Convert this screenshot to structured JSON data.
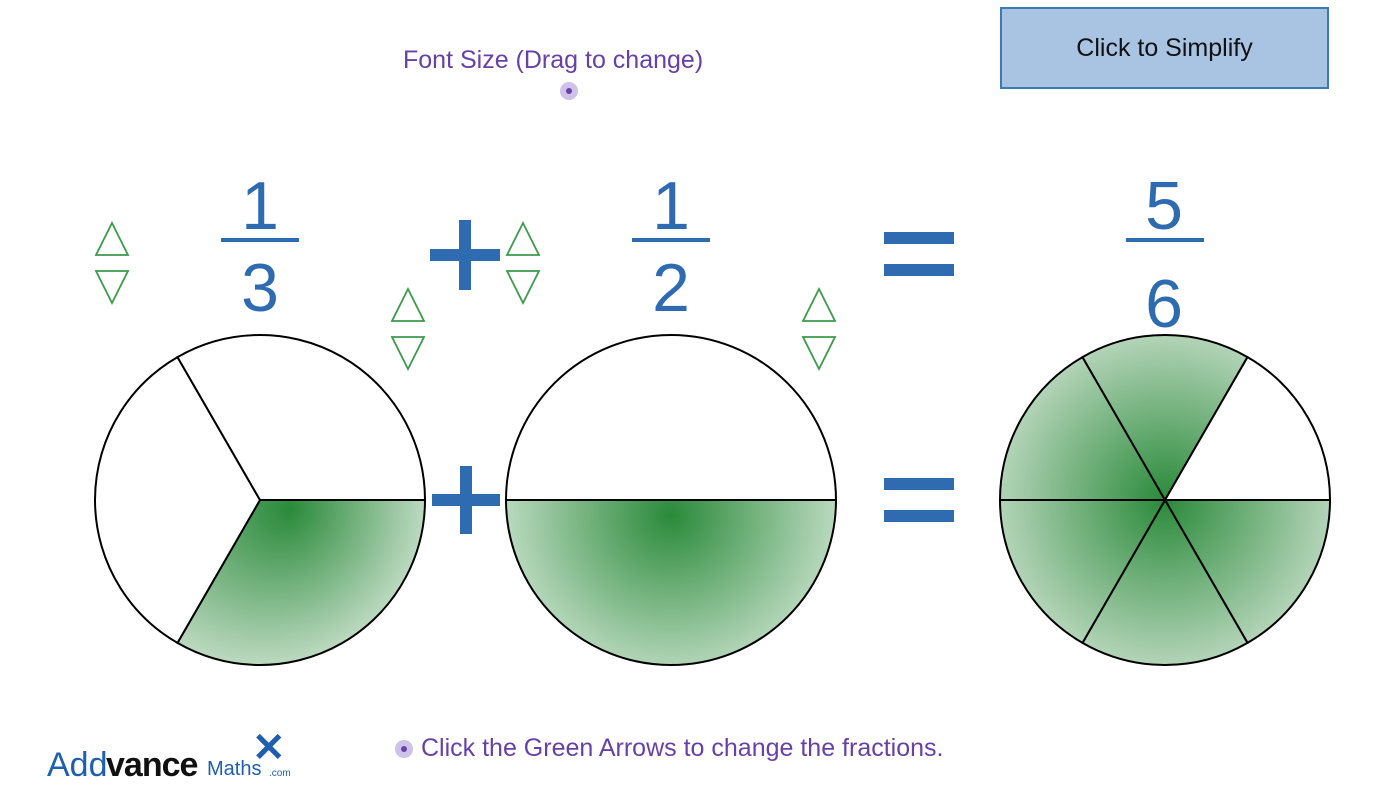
{
  "font_size_control": {
    "label": "Font Size (Drag to change)"
  },
  "simplify_button": {
    "label": "Click to Simplify"
  },
  "fractions": {
    "first": {
      "numerator": "1",
      "denominator": "3"
    },
    "second": {
      "numerator": "1",
      "denominator": "2"
    },
    "result": {
      "numerator": "5",
      "denominator": "6"
    }
  },
  "operators": {
    "plus": "+",
    "equals": "="
  },
  "pies": [
    {
      "name": "first-pie",
      "parts": 3,
      "shaded": 1
    },
    {
      "name": "second-pie",
      "parts": 2,
      "shaded": 1
    },
    {
      "name": "result-pie",
      "parts": 6,
      "shaded": 5
    }
  ],
  "instruction": "Click the Green Arrows to change the fractions.",
  "logo": {
    "add": "Add",
    "vance": "vance",
    "maths": "Maths",
    "com": ".com"
  },
  "colors": {
    "fraction_blue": "#2e6bb1",
    "arrow_green": "#3c9a4a",
    "shade_green": "#2a8a3a",
    "label_purple": "#6741a8",
    "button_fill": "#a9c4e2"
  },
  "icons": {
    "arrow_up": "triangle-up-outline-icon",
    "arrow_down": "triangle-down-outline-icon",
    "logo_cross": "x-cross-icon"
  }
}
